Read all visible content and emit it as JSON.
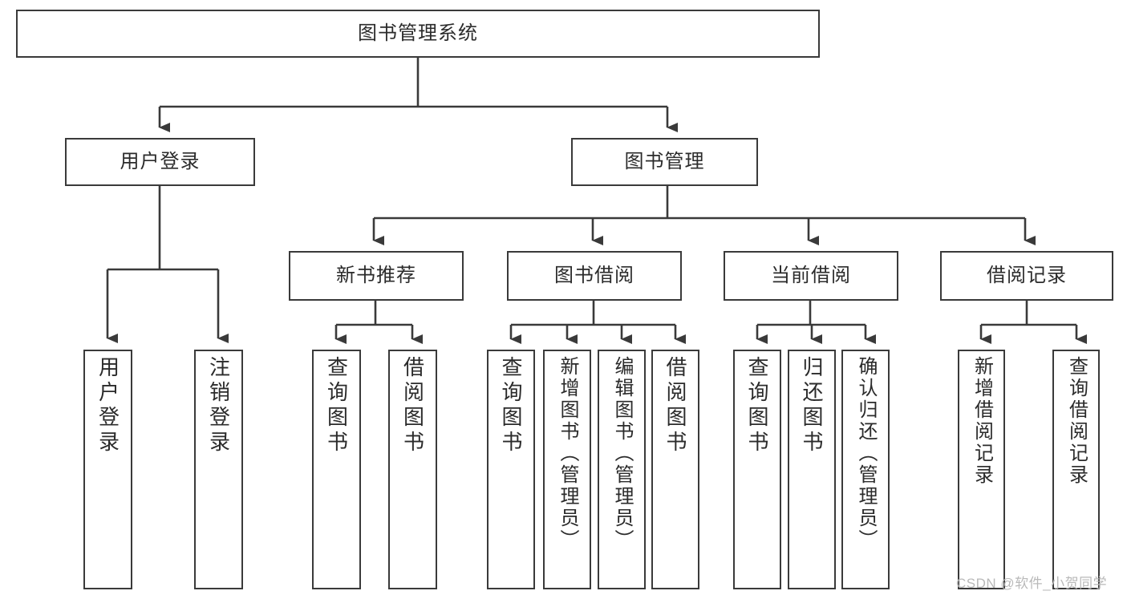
{
  "diagram": {
    "title": "图书管理系统",
    "type": "tree-hierarchy",
    "watermark": "CSDN @软件_小贺同学",
    "colors": {
      "box_border": "#3a3a3a",
      "box_fill": "#ffffff",
      "edge": "#3a3a3a",
      "text": "#2b2b2b",
      "watermark": "#b9b9b9"
    },
    "levels": {
      "root": "图书管理系统",
      "level2": [
        "用户登录",
        "图书管理"
      ],
      "level3": [
        "新书推荐",
        "图书借阅",
        "当前借阅",
        "借阅记录"
      ]
    },
    "nodes": {
      "root": {
        "label": "图书管理系统",
        "orientation": "horizontal"
      },
      "user_login": {
        "label": "用户登录",
        "orientation": "horizontal"
      },
      "book_manage": {
        "label": "图书管理",
        "orientation": "horizontal"
      },
      "new_book_rec": {
        "label": "新书推荐",
        "orientation": "horizontal"
      },
      "book_borrow": {
        "label": "图书借阅",
        "orientation": "horizontal"
      },
      "current_borrow": {
        "label": "当前借阅",
        "orientation": "horizontal"
      },
      "borrow_record": {
        "label": "借阅记录",
        "orientation": "horizontal"
      },
      "leaf_user_login": {
        "label": "用户登录",
        "orientation": "vertical"
      },
      "leaf_logout": {
        "label": "注销登录",
        "orientation": "vertical"
      },
      "leaf_query_book_1": {
        "label": "查询图书",
        "orientation": "vertical"
      },
      "leaf_borrow_book_1": {
        "label": "借阅图书",
        "orientation": "vertical"
      },
      "leaf_query_book_2": {
        "label": "查询图书",
        "orientation": "vertical"
      },
      "leaf_add_book": {
        "label": "新增图书（管理员）",
        "orientation": "vertical"
      },
      "leaf_edit_book": {
        "label": "编辑图书（管理员）",
        "orientation": "vertical"
      },
      "leaf_borrow_book_2": {
        "label": "借阅图书",
        "orientation": "vertical"
      },
      "leaf_query_book_3": {
        "label": "查询图书",
        "orientation": "vertical"
      },
      "leaf_return_book": {
        "label": "归还图书",
        "orientation": "vertical"
      },
      "leaf_confirm_return": {
        "label": "确认归还（管理员）",
        "orientation": "vertical"
      },
      "leaf_add_record": {
        "label": "新增借阅记录",
        "orientation": "vertical"
      },
      "leaf_query_record": {
        "label": "查询借阅记录",
        "orientation": "vertical"
      }
    },
    "edges": [
      {
        "from": "root",
        "to": "用户登录"
      },
      {
        "from": "root",
        "to": "图书管理"
      },
      {
        "from": "用户登录",
        "to": "用户登录(叶)"
      },
      {
        "from": "用户登录",
        "to": "注销登录"
      },
      {
        "from": "图书管理",
        "to": "新书推荐"
      },
      {
        "from": "图书管理",
        "to": "图书借阅"
      },
      {
        "from": "图书管理",
        "to": "当前借阅"
      },
      {
        "from": "图书管理",
        "to": "借阅记录"
      },
      {
        "from": "新书推荐",
        "to": "查询图书"
      },
      {
        "from": "新书推荐",
        "to": "借阅图书"
      },
      {
        "from": "图书借阅",
        "to": "查询图书"
      },
      {
        "from": "图书借阅",
        "to": "新增图书（管理员）"
      },
      {
        "from": "图书借阅",
        "to": "编辑图书（管理员）"
      },
      {
        "from": "图书借阅",
        "to": "借阅图书"
      },
      {
        "from": "当前借阅",
        "to": "查询图书"
      },
      {
        "from": "当前借阅",
        "to": "归还图书"
      },
      {
        "from": "当前借阅",
        "to": "确认归还（管理员）"
      },
      {
        "from": "借阅记录",
        "to": "新增借阅记录"
      },
      {
        "from": "借阅记录",
        "to": "查询借阅记录"
      }
    ]
  }
}
